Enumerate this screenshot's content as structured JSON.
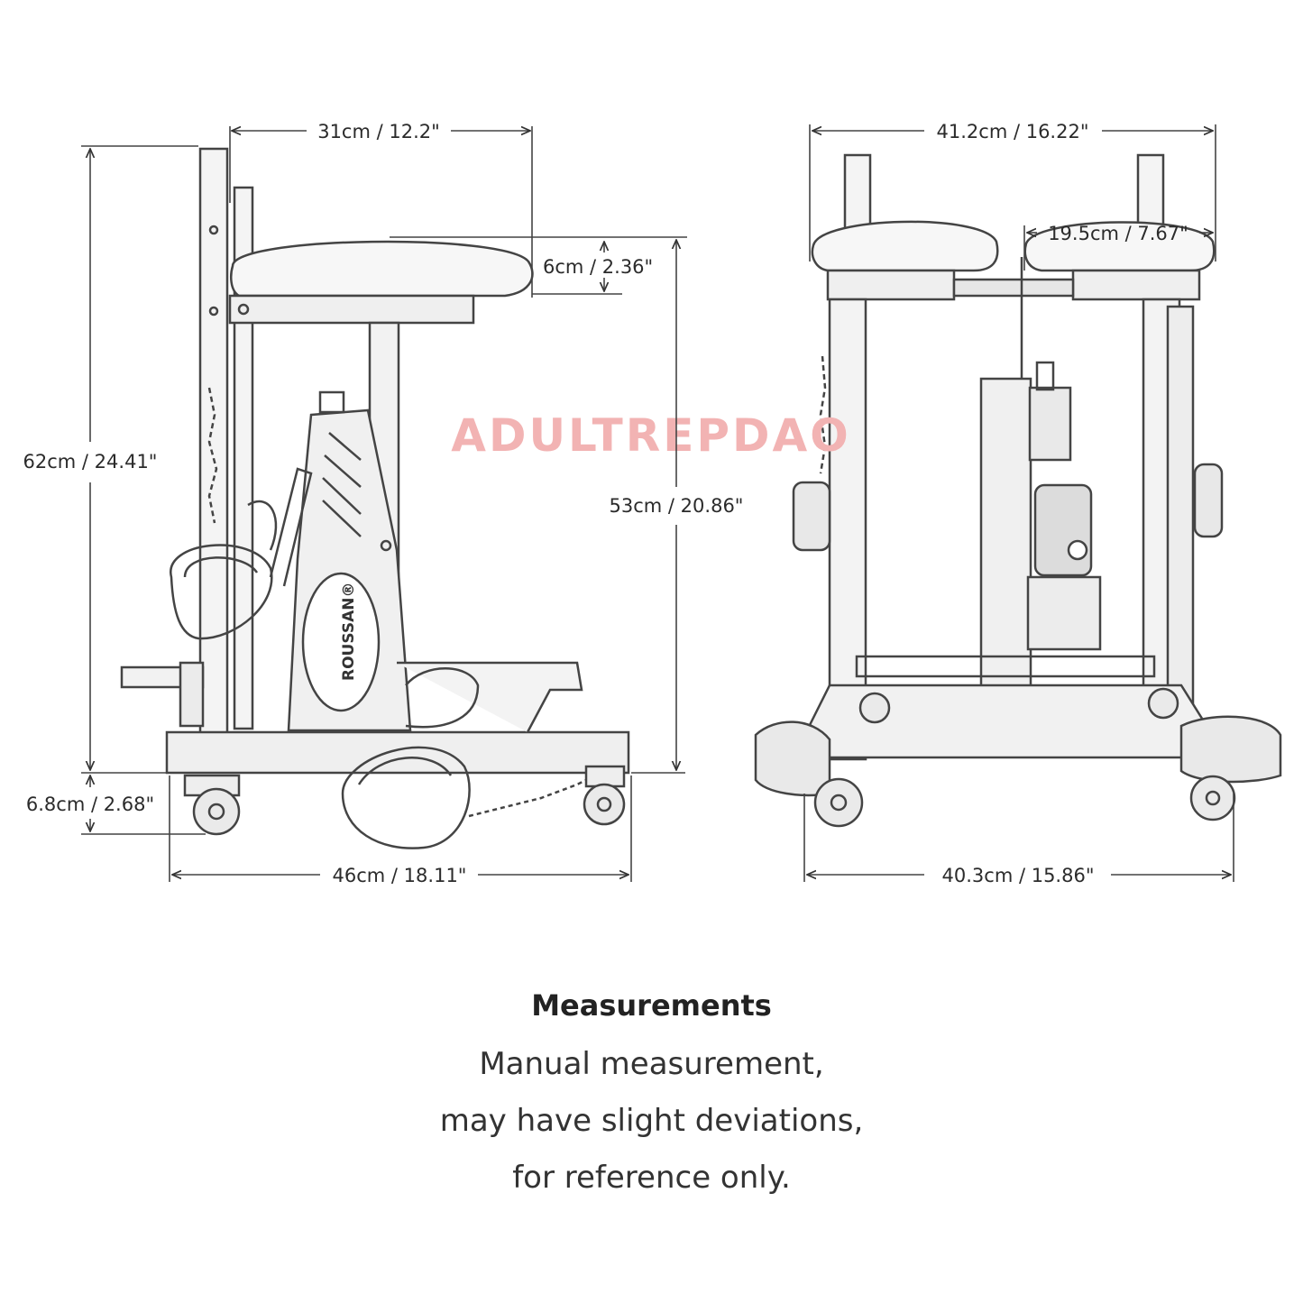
{
  "watermark": "ADULTREPDAO",
  "brand_label": "ROUSSAN®",
  "side_view": {
    "seat_depth": "31cm / 12.2\"",
    "seat_thickness": "6cm / 2.36\"",
    "total_height": "62cm / 24.41\"",
    "seat_height": "53cm / 20.86\"",
    "wheel_height": "6.8cm / 2.68\"",
    "base_length": "46cm / 18.11\""
  },
  "front_view": {
    "top_width": "41.2cm / 16.22\"",
    "pad_width": "19.5cm / 7.67\"",
    "base_width": "40.3cm / 15.86\""
  },
  "caption": {
    "title": "Measurements",
    "line1": "Manual measurement,",
    "line2": "may have slight deviations,",
    "line3": "for reference only."
  }
}
